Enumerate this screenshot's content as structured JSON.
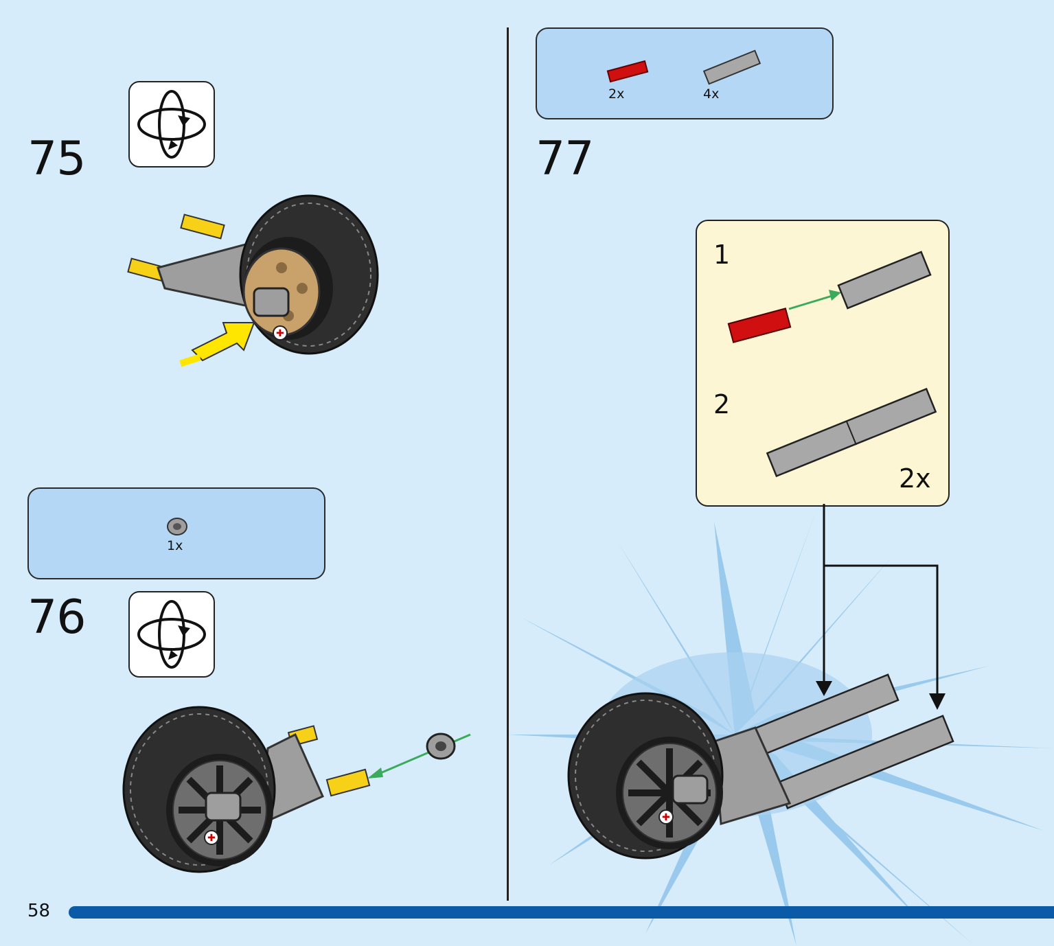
{
  "page": {
    "number": "58"
  },
  "steps": [
    {
      "id": "75",
      "number": "75",
      "rotate_icon": "rotate-model-icon"
    },
    {
      "id": "76",
      "number": "76",
      "rotate_icon": "rotate-model-icon",
      "parts": [
        {
          "name": "bush",
          "qty": "1x"
        }
      ]
    },
    {
      "id": "77",
      "number": "77",
      "parts": [
        {
          "name": "red-axle-connector",
          "qty": "2x"
        },
        {
          "name": "gray-axle-connector",
          "qty": "4x"
        }
      ],
      "sub_assembly": {
        "steps": [
          {
            "number": "1"
          },
          {
            "number": "2"
          }
        ],
        "multiplier": "2x"
      }
    }
  ],
  "colors": {
    "background": "#d6ecfa",
    "parts_box": "#b3d7f4",
    "sub_box": "#fdf6d4",
    "page_bar": "#0a5aa8",
    "push_arrow": "#ffe600",
    "assembly_arrow": "#3aaa5c",
    "highlight_burst": "#8fc3ea"
  }
}
